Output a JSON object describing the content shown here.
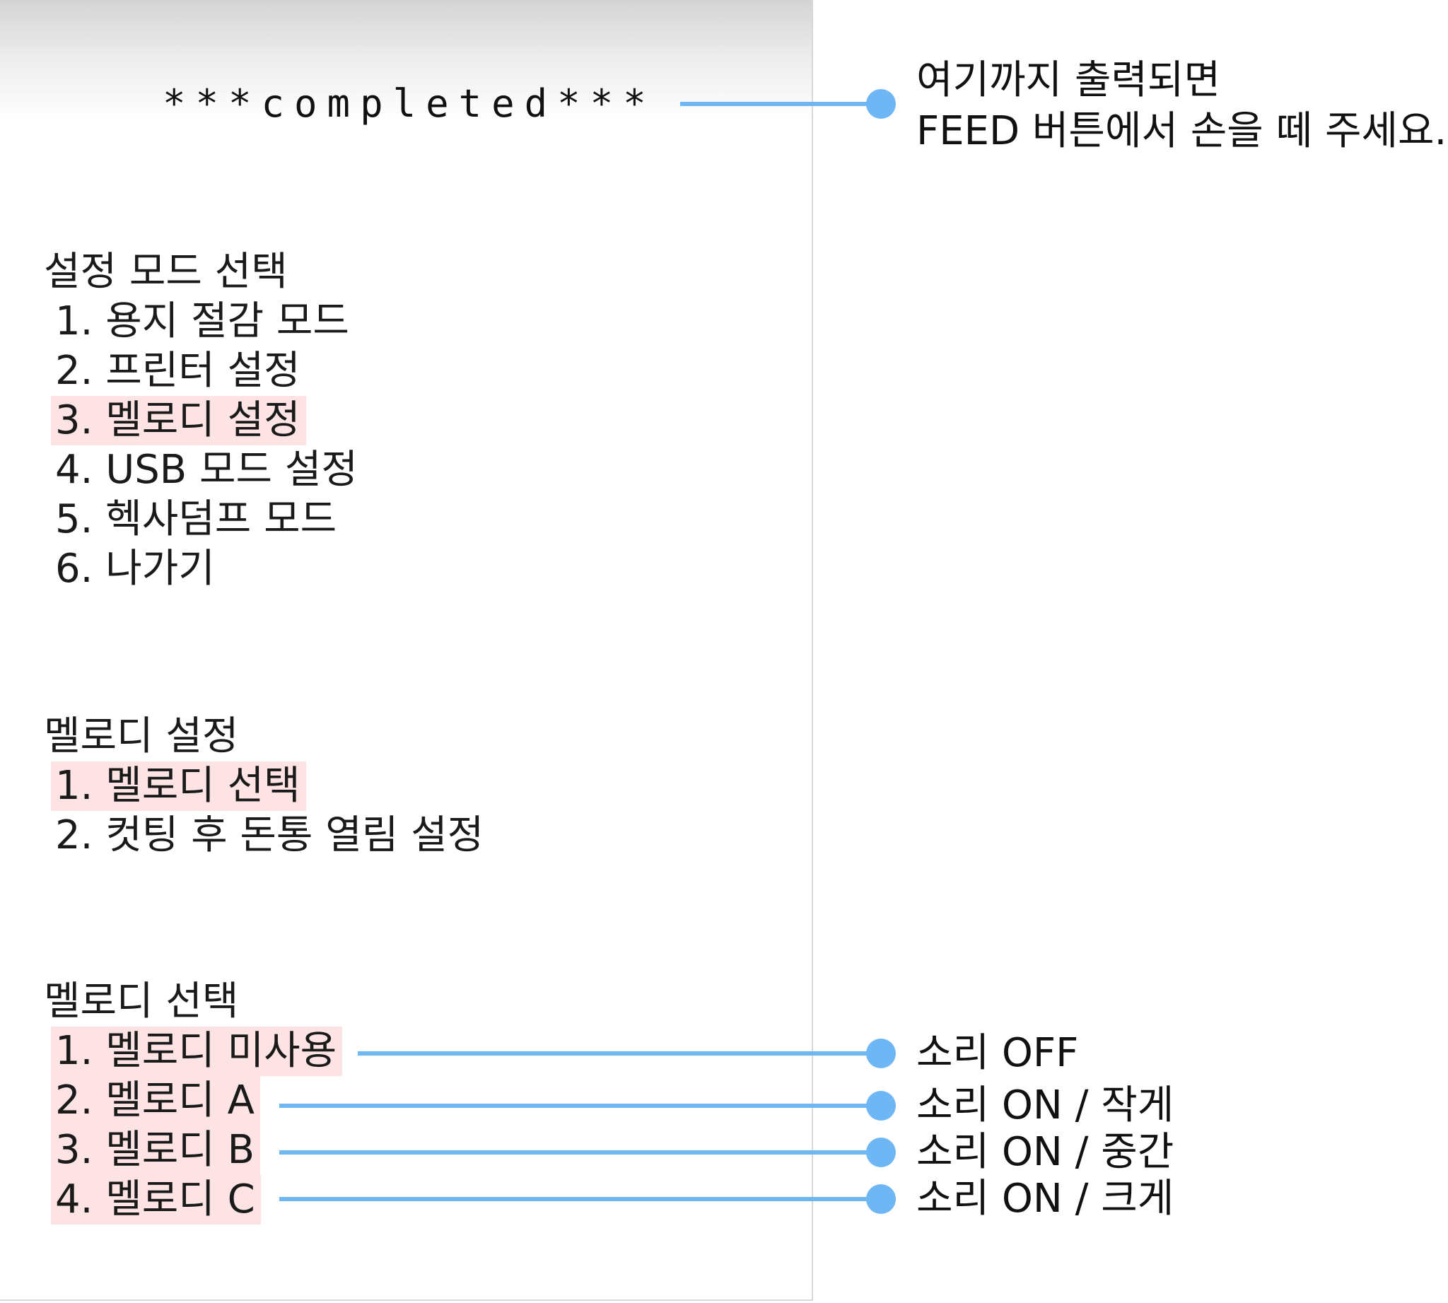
{
  "receipt": {
    "completed_text": "***completed***"
  },
  "settings_mode": {
    "title": "설정 모드 선택",
    "items": [
      {
        "label": "1. 용지 절감 모드",
        "highlighted": false
      },
      {
        "label": "2. 프린터 설정",
        "highlighted": false
      },
      {
        "label": "3. 멜로디 설정",
        "highlighted": true
      },
      {
        "label": "4. USB 모드 설정",
        "highlighted": false
      },
      {
        "label": "5. 헥사덤프 모드",
        "highlighted": false
      },
      {
        "label": "6. 나가기",
        "highlighted": false
      }
    ]
  },
  "melody_settings": {
    "title": "멜로디 설정",
    "items": [
      {
        "label": "1. 멜로디 선택",
        "highlighted": true
      },
      {
        "label": "2. 컷팅 후 돈통 열림 설정",
        "highlighted": false
      }
    ]
  },
  "melody_select": {
    "title": "멜로디 선택",
    "items": [
      {
        "label": "1. 멜로디 미사용",
        "highlighted": true
      },
      {
        "label": "2. 멜로디 A",
        "highlighted": true
      },
      {
        "label": "3. 멜로디 B",
        "highlighted": true
      },
      {
        "label": "4. 멜로디 C",
        "highlighted": true
      }
    ]
  },
  "annotations": {
    "completed_note": {
      "line1": "여기까지 출력되면",
      "line2": "FEED 버튼에서 손을 떼 주세요."
    },
    "melody_notes": [
      "소리 OFF",
      "소리 ON / 작게",
      "소리 ON / 중간",
      "소리 ON / 크게"
    ]
  },
  "colors": {
    "connector": "#6fb6f5",
    "highlight": "#fde3e3"
  }
}
